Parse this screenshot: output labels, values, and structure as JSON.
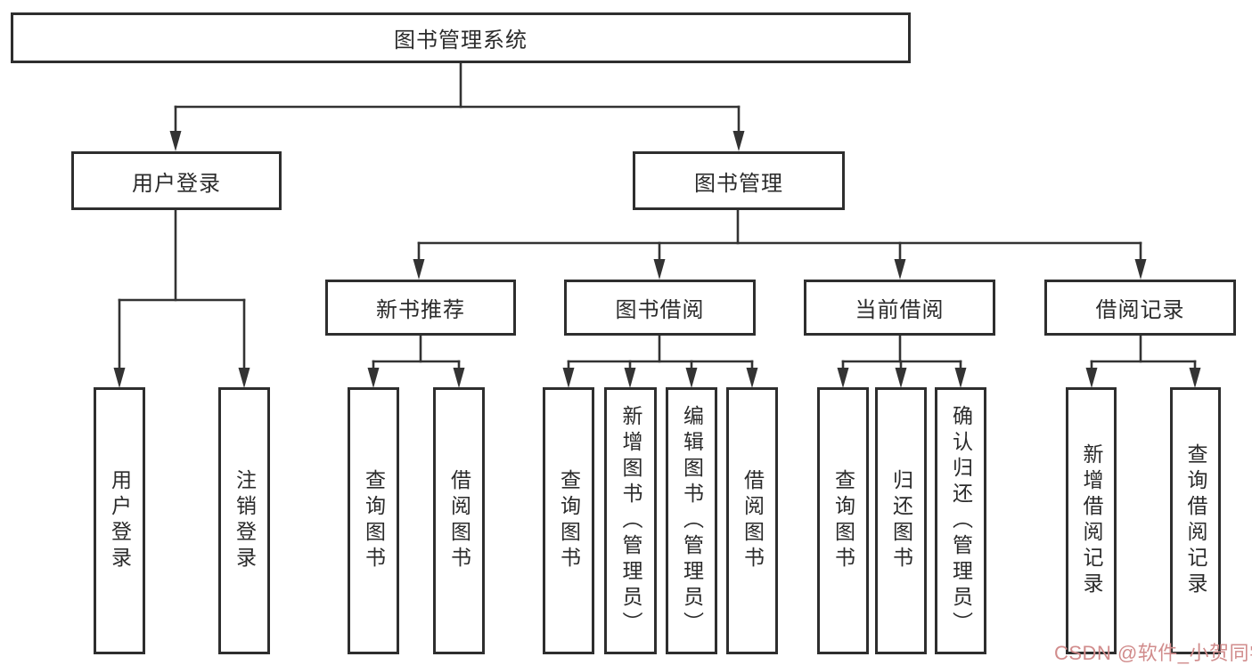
{
  "root": {
    "label": "图书管理系统"
  },
  "branches": {
    "user_login": {
      "label": "用户登录",
      "children": [
        "用户登录",
        "注销登录"
      ]
    },
    "book_management": {
      "label": "图书管理"
    }
  },
  "modules": {
    "new_book": {
      "label": "新书推荐",
      "children": [
        "查询图书",
        "借阅图书"
      ]
    },
    "book_borrow": {
      "label": "图书借阅",
      "children": [
        "查询图书",
        "新增图书（管理员）",
        "编辑图书（管理员）",
        "借阅图书"
      ]
    },
    "current_borrow": {
      "label": "当前借阅",
      "children": [
        "查询图书",
        "归还图书",
        "确认归还（管理员）"
      ]
    },
    "borrow_record": {
      "label": "借阅记录",
      "children": [
        "新增借阅记录",
        "查询借阅记录"
      ]
    }
  },
  "watermark": {
    "text": "CSDN @软件_小贺同学"
  },
  "colors": {
    "line": "#333333",
    "box_border": "#2e2e2e",
    "text": "#2b2b2b",
    "background": "#ffffff",
    "watermark": "#d18c8c"
  }
}
